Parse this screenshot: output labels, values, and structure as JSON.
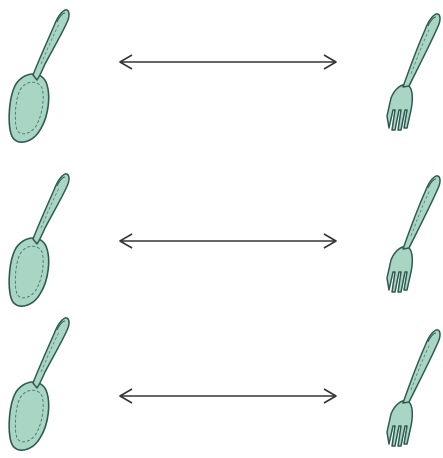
{
  "rows": [
    {
      "left": "spoon",
      "connector": "double-headed-arrow",
      "right": "fork"
    },
    {
      "left": "spoon",
      "connector": "double-headed-arrow",
      "right": "fork"
    },
    {
      "left": "spoon",
      "connector": "double-headed-arrow",
      "right": "fork"
    }
  ],
  "colors": {
    "utensil_fill": "#a9d6c4",
    "utensil_outline": "#2e5a50",
    "arrow": "#333333",
    "background": "#ffffff"
  },
  "icons": {
    "left": "spoon-icon",
    "connector": "double-arrow-icon",
    "right": "fork-icon"
  }
}
